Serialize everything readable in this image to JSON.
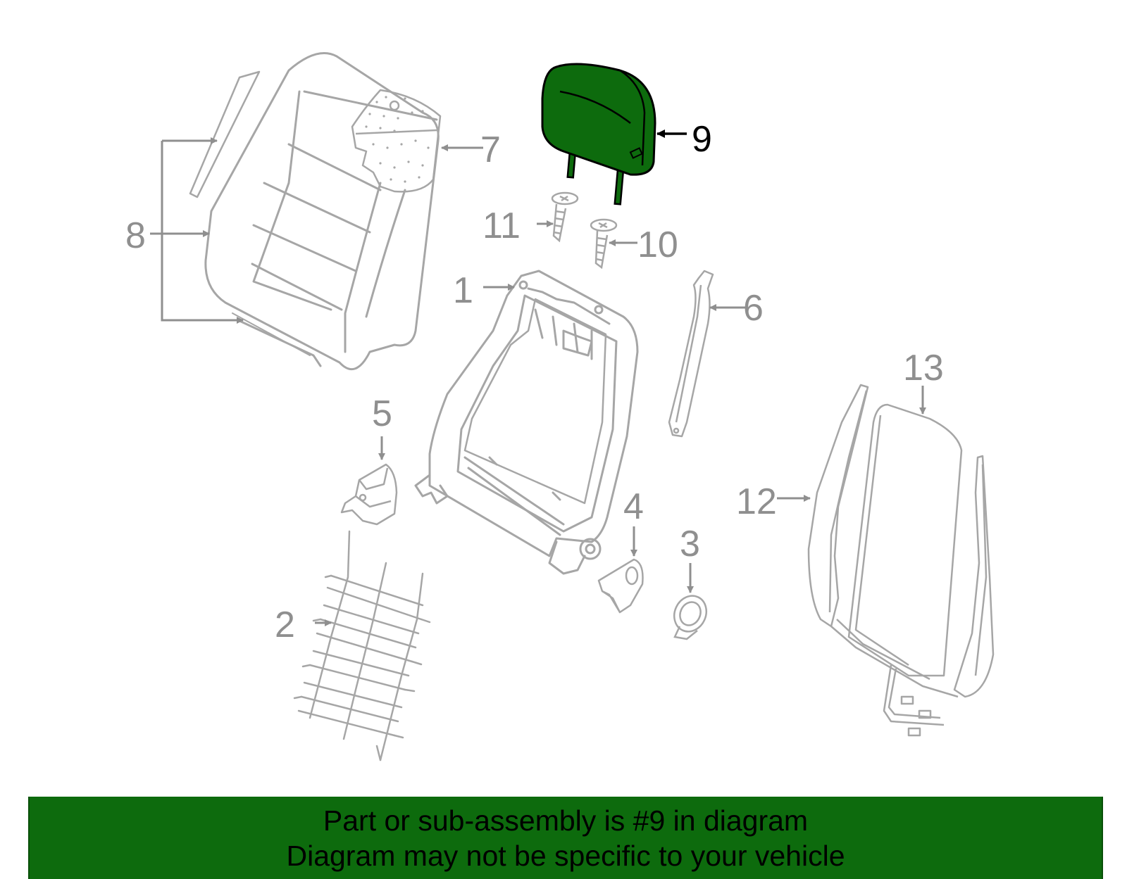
{
  "colors": {
    "line_gray": "#a6a6a6",
    "highlight_fill": "#0d6b0d",
    "highlight_stroke": "#000000",
    "label_gray": "#8f8f8f",
    "label_highlight": "#000000",
    "banner_bg": "#0d6b0d"
  },
  "callouts": {
    "c1": "1",
    "c2": "2",
    "c3": "3",
    "c4": "4",
    "c5": "5",
    "c6": "6",
    "c7": "7",
    "c8": "8",
    "c9": "9",
    "c10": "10",
    "c11": "11",
    "c12": "12",
    "c13": "13"
  },
  "highlighted_part": "9",
  "banner": {
    "line1": "Part or sub-assembly is #9 in diagram",
    "line2": "Diagram may not be specific to your vehicle"
  }
}
